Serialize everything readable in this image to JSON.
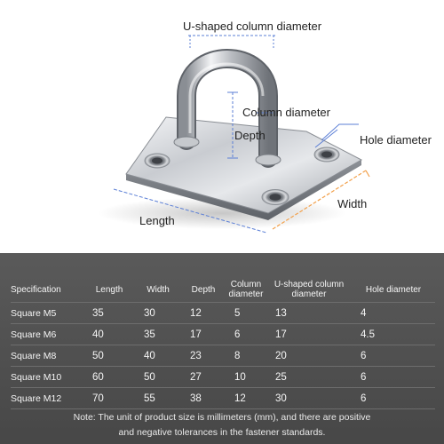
{
  "labels": {
    "u_shaped_column_diameter": "U-shaped column diameter",
    "column_diameter": "Column diameter",
    "depth": "Depth",
    "hole_diameter": "Hole diameter",
    "width": "Width",
    "length": "Length"
  },
  "colors": {
    "annotation_line": "#5b7fd6",
    "width_line": "#f2a04a",
    "panel_background": "#505050"
  },
  "table": {
    "headers": [
      {
        "line1": "Specification",
        "line2": ""
      },
      {
        "line1": "Length",
        "line2": ""
      },
      {
        "line1": "Width",
        "line2": ""
      },
      {
        "line1": "Depth",
        "line2": ""
      },
      {
        "line1": "Column",
        "line2": "diameter"
      },
      {
        "line1": "U-shaped column",
        "line2": "diameter"
      },
      {
        "line1": "Hole diameter",
        "line2": ""
      }
    ],
    "rows": [
      [
        "Square M5",
        "35",
        "30",
        "12",
        "5",
        "13",
        "4"
      ],
      [
        "Square M6",
        "40",
        "35",
        "17",
        "6",
        "17",
        "4.5"
      ],
      [
        "Square M8",
        "50",
        "40",
        "23",
        "8",
        "20",
        "6"
      ],
      [
        "Square M10",
        "60",
        "50",
        "27",
        "10",
        "25",
        "6"
      ],
      [
        "Square M12",
        "70",
        "55",
        "38",
        "12",
        "30",
        "6"
      ]
    ]
  },
  "note": {
    "line1": "Note: The unit of product size is millimeters (mm), and there are positive",
    "line2": "and negative tolerances in the fastener standards."
  }
}
